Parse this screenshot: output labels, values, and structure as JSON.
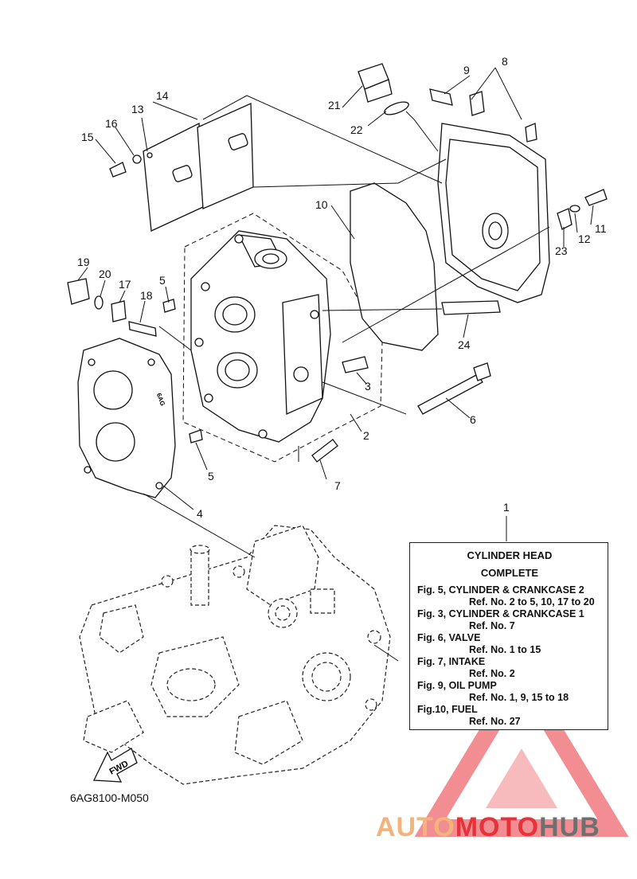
{
  "callouts": {
    "c1": "1",
    "c2": "2",
    "c3": "3",
    "c4": "4",
    "c5a": "5",
    "c5b": "5",
    "c6": "6",
    "c7": "7",
    "c8": "8",
    "c9": "9",
    "c10": "10",
    "c11": "11",
    "c12": "12",
    "c13": "13",
    "c14": "14",
    "c15": "15",
    "c16": "16",
    "c17": "17",
    "c18": "18",
    "c19": "19",
    "c20": "20",
    "c21": "21",
    "c22": "22",
    "c23": "23",
    "c24": "24"
  },
  "legend": {
    "title_line1": "CYLINDER  HEAD",
    "title_line2": "COMPLETE",
    "lines": [
      "Fig. 5, CYLINDER & CRANKCASE 2",
      "Ref. No. 2 to 5, 10, 17 to 20",
      "Fig. 3, CYLINDER & CRANKCASE 1",
      "Ref. No. 7",
      "Fig. 6, VALVE",
      "Ref. No. 1 to 15",
      "Fig. 7, INTAKE",
      "Ref. No. 2",
      "Fig. 9, OIL PUMP",
      "Ref. No. 1, 9, 15 to 18",
      "Fig.10, FUEL",
      "Ref. No. 27"
    ]
  },
  "fwd_label": "FWD",
  "gasket_mark": "6AG",
  "diagram_code": "6AG8100-M050",
  "watermark": {
    "part1": "AUTO",
    "part2": "MOTO",
    "part3": "HUB",
    "color_light": "#f3b37a",
    "color_red": "#e8323a",
    "color_gray": "#6f6f6f"
  }
}
